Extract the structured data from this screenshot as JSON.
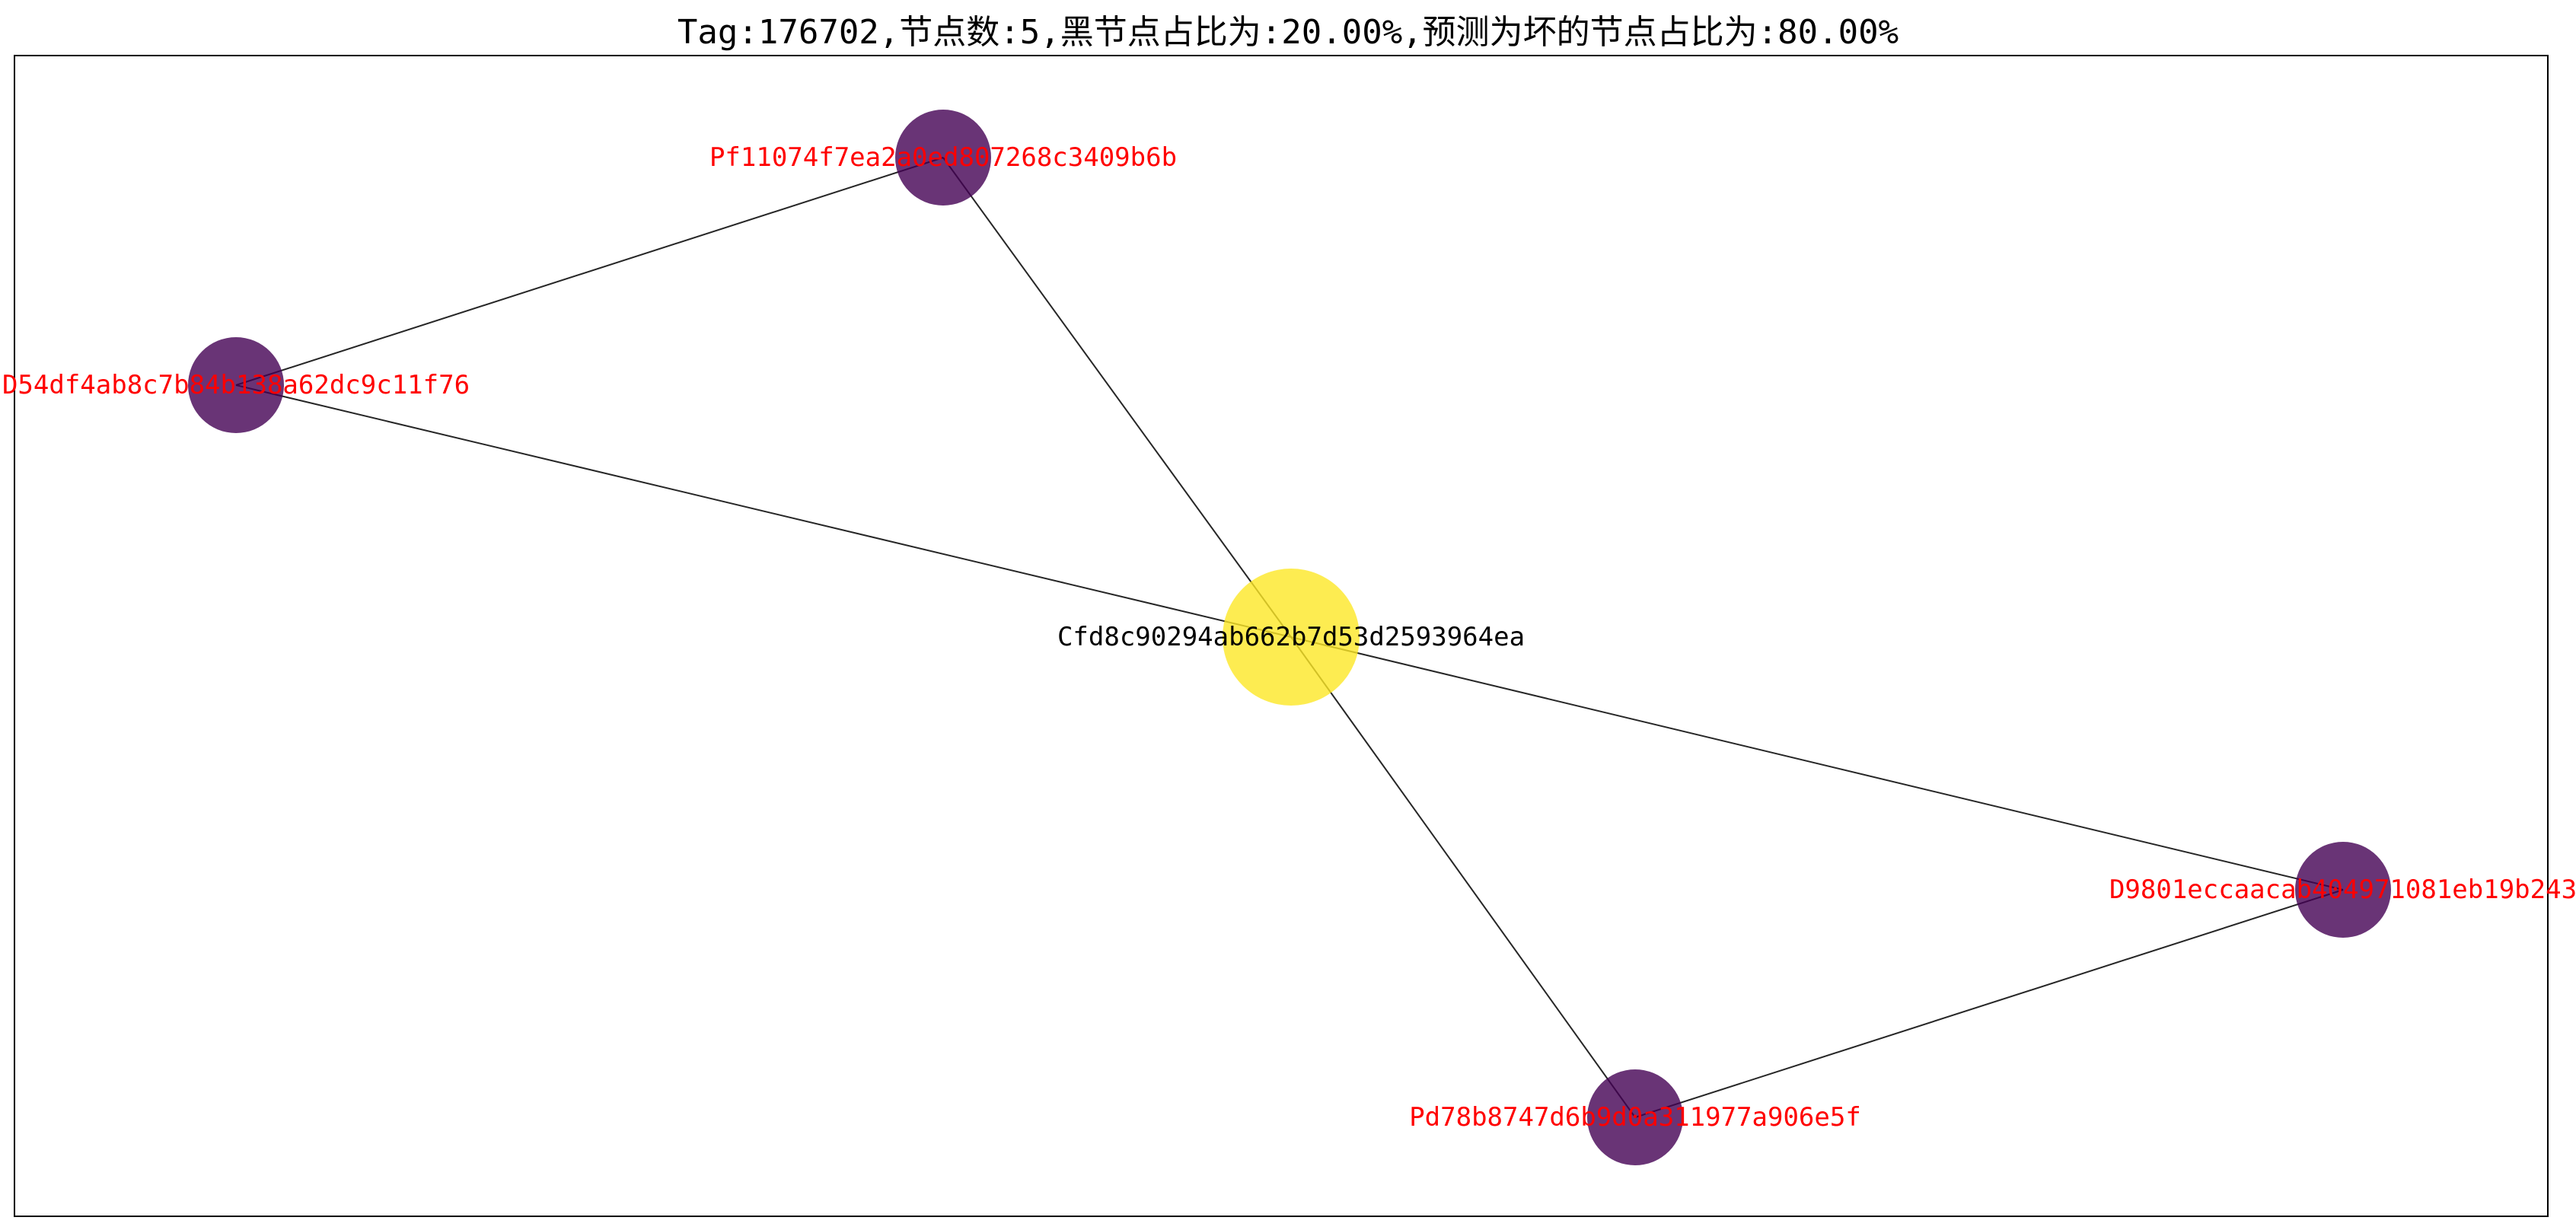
{
  "title": "Tag:176702,节点数:5,黑节点占比为:20.00%,预测为坏的节点占比为:80.00%",
  "colors": {
    "center_node": "#fde725",
    "peer_node": "#440154",
    "edge": "#000000",
    "center_label": "#000000",
    "peer_label": "#ff0000",
    "frame": "#000000"
  },
  "graph": {
    "nodes": [
      {
        "id": "Cfd8c90294ab662b7d53d2593964ea",
        "label": "Cfd8c90294ab662b7d53d2593964ea",
        "role": "center"
      },
      {
        "id": "Pf11074f7ea2a0ed807268c3409b6b",
        "label": "Pf11074f7ea2a0ed807268c3409b6b",
        "role": "peer"
      },
      {
        "id": "D54df4ab8c7b84b138a62dc9c11f76",
        "label": "D54df4ab8c7b84b138a62dc9c11f76",
        "role": "peer"
      },
      {
        "id": "D9801eccaacab404971081eb19b243",
        "label": "D9801eccaacab404971081eb19b243",
        "role": "peer"
      },
      {
        "id": "Pd78b8747d6b9d0a311977a906e5f",
        "label": "Pd78b8747d6b9d0a311977a906e5f",
        "role": "peer"
      }
    ],
    "edges": [
      {
        "source": "Pf11074f7ea2a0ed807268c3409b6b",
        "target": "D54df4ab8c7b84b138a62dc9c11f76"
      },
      {
        "source": "Pf11074f7ea2a0ed807268c3409b6b",
        "target": "Cfd8c90294ab662b7d53d2593964ea"
      },
      {
        "source": "D54df4ab8c7b84b138a62dc9c11f76",
        "target": "Cfd8c90294ab662b7d53d2593964ea"
      },
      {
        "source": "Cfd8c90294ab662b7d53d2593964ea",
        "target": "D9801eccaacab404971081eb19b243"
      },
      {
        "source": "Cfd8c90294ab662b7d53d2593964ea",
        "target": "Pd78b8747d6b9d0a311977a906e5f"
      },
      {
        "source": "D9801eccaacab404971081eb19b243",
        "target": "Pd78b8747d6b9d0a311977a906e5f"
      }
    ]
  }
}
